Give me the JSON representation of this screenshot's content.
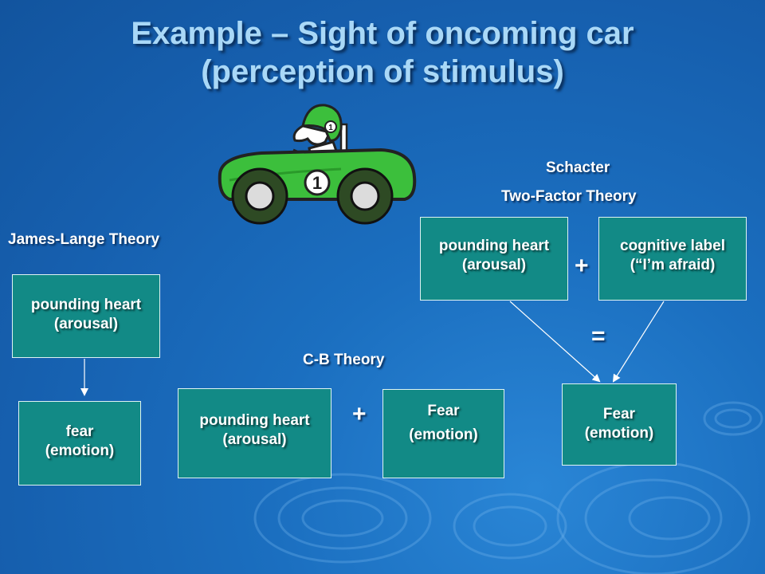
{
  "slide": {
    "title_line1": "Example – Sight of oncoming car",
    "title_line2": "(perception of stimulus)"
  },
  "car": {
    "number": "1"
  },
  "james_lange": {
    "label": "James-Lange Theory",
    "box1": {
      "line1": "pounding heart",
      "line2": "(arousal)"
    },
    "box2": {
      "line1": "fear",
      "line2": "(emotion)"
    }
  },
  "cb": {
    "label": "C-B Theory",
    "box1": {
      "line1": "pounding heart",
      "line2": "(arousal)"
    },
    "plus": "+",
    "box2": {
      "line1": "Fear",
      "line2": "(emotion)"
    }
  },
  "schacter": {
    "label1": "Schacter",
    "label2": "Two-Factor Theory",
    "box1": {
      "line1": "pounding heart",
      "line2": "(arousal)"
    },
    "plus": "+",
    "box2": {
      "line1": "cognitive label",
      "line2": "(“I’m afraid)"
    },
    "equals": "=",
    "box3": {
      "line1": "Fear",
      "line2": "(emotion)"
    }
  },
  "colors": {
    "box_fill": "#128a86",
    "title": "#a9d8f7",
    "background": "#1b6fc0"
  }
}
